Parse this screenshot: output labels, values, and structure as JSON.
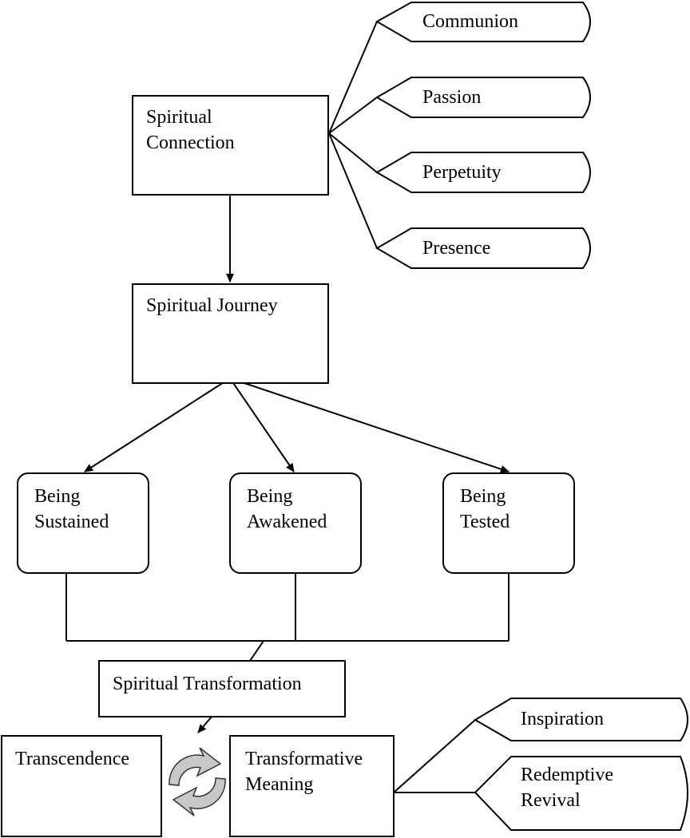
{
  "spiritual_connection": "Spiritual\nConnection",
  "connection_attributes": [
    "Communion",
    "Passion",
    "Perpetuity",
    "Presence"
  ],
  "spiritual_journey": "Spiritual Journey",
  "journey_states": [
    "Being\nSustained",
    "Being\nAwakened",
    "Being\nTested"
  ],
  "spiritual_transformation": "Spiritual Transformation",
  "transcendence": "Transcendence",
  "transformative_meaning": "Transformative\nMeaning",
  "meaning_outcomes": [
    "Inspiration",
    "Redemptive\nRevival"
  ]
}
